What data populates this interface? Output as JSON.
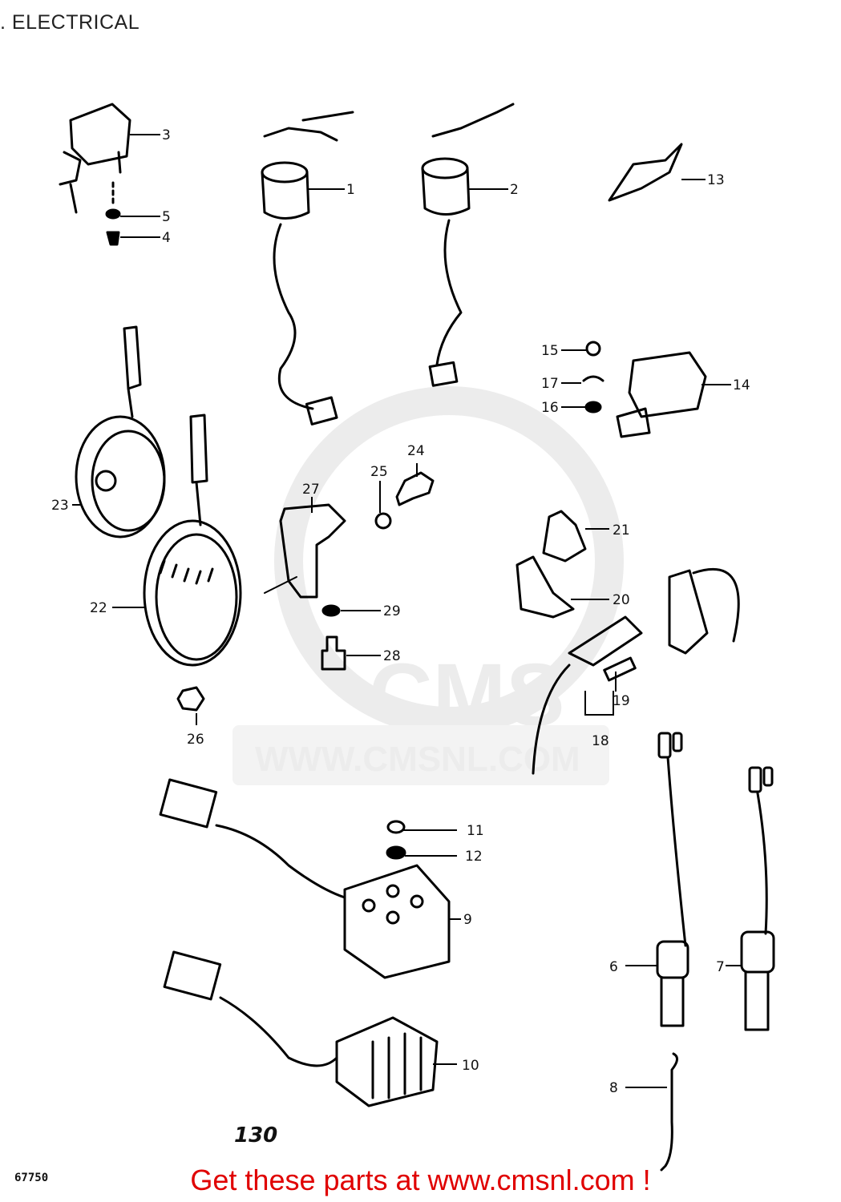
{
  "header": {
    "title": "ELECTRICAL",
    "mark": "."
  },
  "page_number": "130",
  "diagram_code": "67750",
  "watermark": {
    "logo_text": "CMS",
    "url": "WWW.CMSNL.COM"
  },
  "footer": {
    "link_text": "Get these parts at www.cmsnl.com !",
    "link_color": "#e00000"
  },
  "parts": [
    {
      "no": "1"
    },
    {
      "no": "2"
    },
    {
      "no": "3"
    },
    {
      "no": "4"
    },
    {
      "no": "5"
    },
    {
      "no": "6"
    },
    {
      "no": "7"
    },
    {
      "no": "8"
    },
    {
      "no": "9"
    },
    {
      "no": "10"
    },
    {
      "no": "11"
    },
    {
      "no": "12"
    },
    {
      "no": "13"
    },
    {
      "no": "14"
    },
    {
      "no": "15"
    },
    {
      "no": "16"
    },
    {
      "no": "17"
    },
    {
      "no": "18"
    },
    {
      "no": "19"
    },
    {
      "no": "20"
    },
    {
      "no": "21"
    },
    {
      "no": "22"
    },
    {
      "no": "23"
    },
    {
      "no": "24"
    },
    {
      "no": "25"
    },
    {
      "no": "26"
    },
    {
      "no": "27"
    },
    {
      "no": "28"
    },
    {
      "no": "29"
    }
  ]
}
